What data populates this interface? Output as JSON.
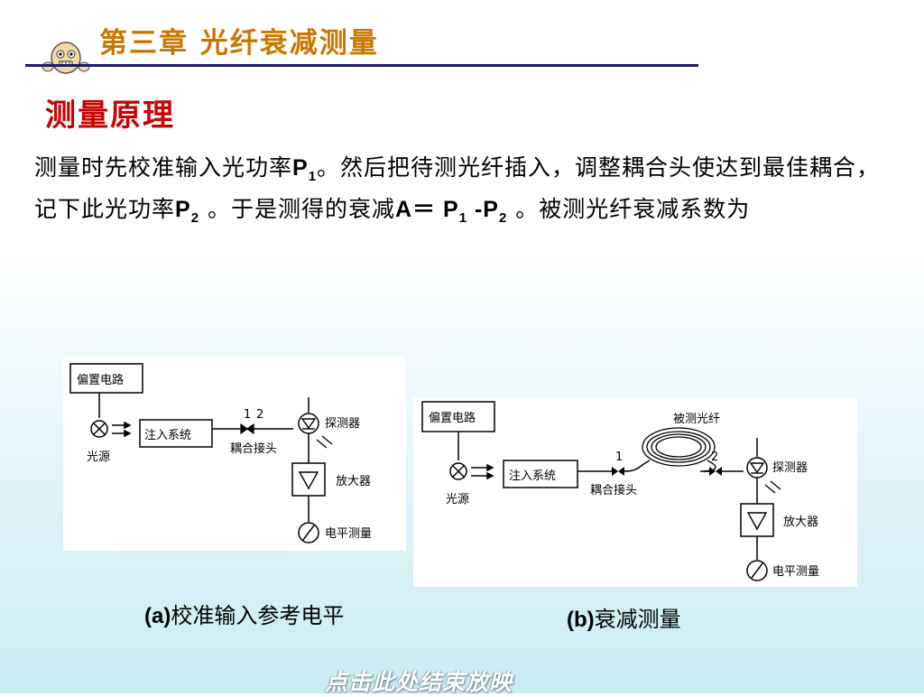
{
  "chapter_title": "第三章  光纤衰减测量",
  "section_title": "测量原理",
  "paragraph": {
    "seg1": "测量时先校准输入光功率",
    "p1": "P",
    "p1_sub": "1",
    "seg2": "。然后把待测光纤插入，调整耦合头使达到最佳耦合，记下此光功率",
    "p2": "P",
    "p2_sub": "2",
    "seg3": " 。于是测得的衰减",
    "formula_a": "A＝ P",
    "formula_sub1": "1",
    "formula_minus": " -P",
    "formula_sub2": "2",
    "seg4": " 。被测光纤衰减系数为"
  },
  "diagram_a": {
    "bias_circuit": "偏置电路",
    "light_source": "光源",
    "injection_system": "注入系统",
    "port1": "1",
    "port2": "2",
    "coupler": "耦合接头",
    "detector": "探测器",
    "amplifier": "放大器",
    "level_meter": "电平测量",
    "caption_label": "(a)",
    "caption_text": "校准输入参考电平"
  },
  "diagram_b": {
    "bias_circuit": "偏置电路",
    "light_source": "光源",
    "injection_system": "注入系统",
    "fiber_under_test": "被测光纤",
    "port1": "1",
    "port2": "2",
    "coupler": "耦合接头",
    "detector": "探测器",
    "amplifier": "放大器",
    "level_meter": "电平测量",
    "caption_label": "(b)",
    "caption_text": "衰减测量"
  },
  "footer_link": "点击此处结束放映"
}
